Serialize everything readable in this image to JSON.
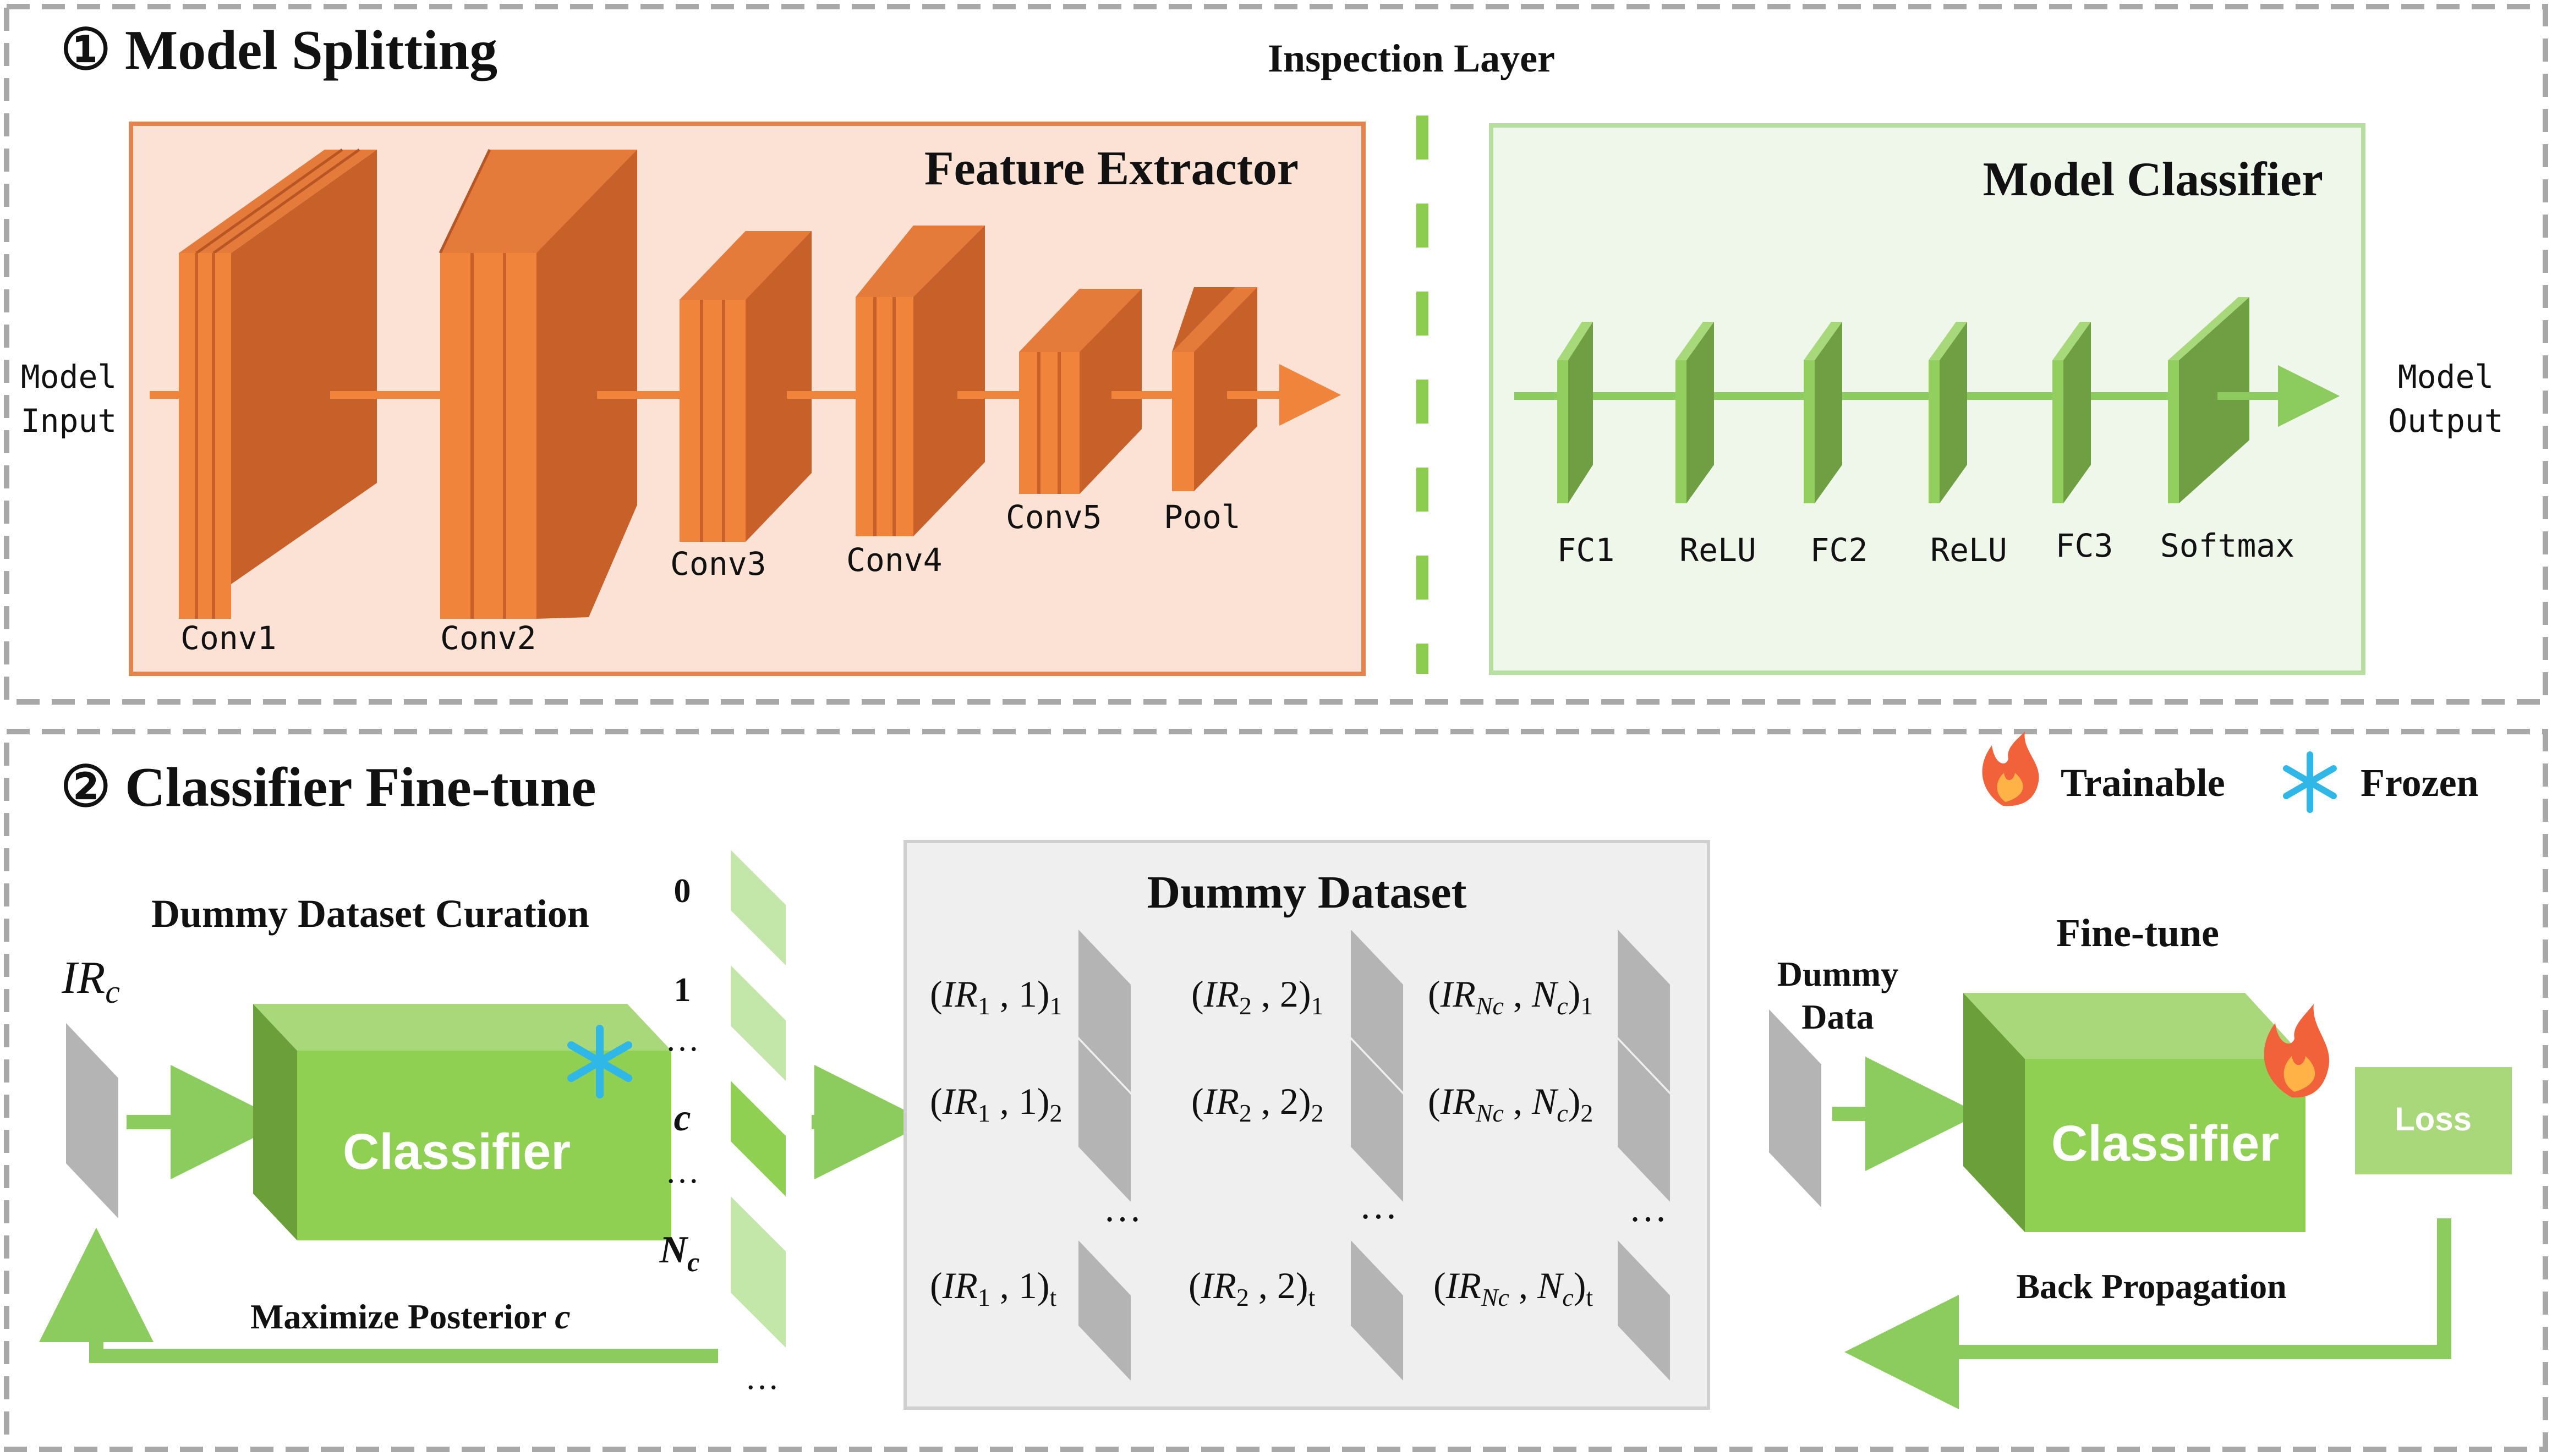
{
  "colors": {
    "orange_front": "#f0843a",
    "orange_side": "#c8602a",
    "orange_top": "#e57b3a",
    "orange_panel_bg": "#fbe2d4",
    "orange_border": "#e5834d",
    "green_front": "#90cf5c",
    "green_side": "#6fa140",
    "green_top": "#a7d97a",
    "green_panel_bg": "#eef7e9",
    "green_border": "#b7deA1",
    "gray_card": "#b4b4b4",
    "dash_gray": "#a8a8a8"
  },
  "section1": {
    "title": "① Model Splitting",
    "inspection_label": "Inspection Layer",
    "feature_extractor_title": "Feature Extractor",
    "classifier_title": "Model Classifier",
    "input_label_1": "Model",
    "input_label_2": "Input",
    "output_label_1": "Model",
    "output_label_2": "Output",
    "conv_layers": [
      "Conv1",
      "Conv2",
      "Conv3",
      "Conv4",
      "Conv5",
      "Pool"
    ],
    "fc_layers": [
      "FC1",
      "ReLU",
      "FC2",
      "ReLU",
      "FC3",
      "Softmax"
    ]
  },
  "section2": {
    "title": "② Classifier Fine-tune",
    "legend_trainable": "Trainable",
    "legend_frozen": "Frozen",
    "curation_title": "Dummy Dataset Curation",
    "ir_label": "IR",
    "ir_sub": "c",
    "classifier_label": "Classifier",
    "maximize_label": "Maximize Posterior",
    "maximize_var": "c",
    "class_labels": [
      "0",
      "1",
      "…",
      "c",
      "…",
      "N"
    ],
    "class_nc_sub": "c",
    "ellipsis": "…",
    "dataset_title": "Dummy Dataset",
    "dataset_columns": [
      {
        "ir": "IR",
        "ir_sub": "1",
        "cls": "1",
        "rows": [
          "1",
          "2",
          "t"
        ]
      },
      {
        "ir": "IR",
        "ir_sub": "2",
        "cls": "2",
        "rows": [
          "1",
          "2",
          "t"
        ]
      },
      {
        "ir": "IR",
        "ir_sub": "Nc",
        "cls": "N",
        "cls_sub": "c",
        "rows": [
          "1",
          "2",
          "t"
        ]
      }
    ],
    "finetune_title": "Fine-tune",
    "dummy_data_1": "Dummy",
    "dummy_data_2": "Data",
    "loss_label": "Loss",
    "backprop_label": "Back Propagation"
  }
}
